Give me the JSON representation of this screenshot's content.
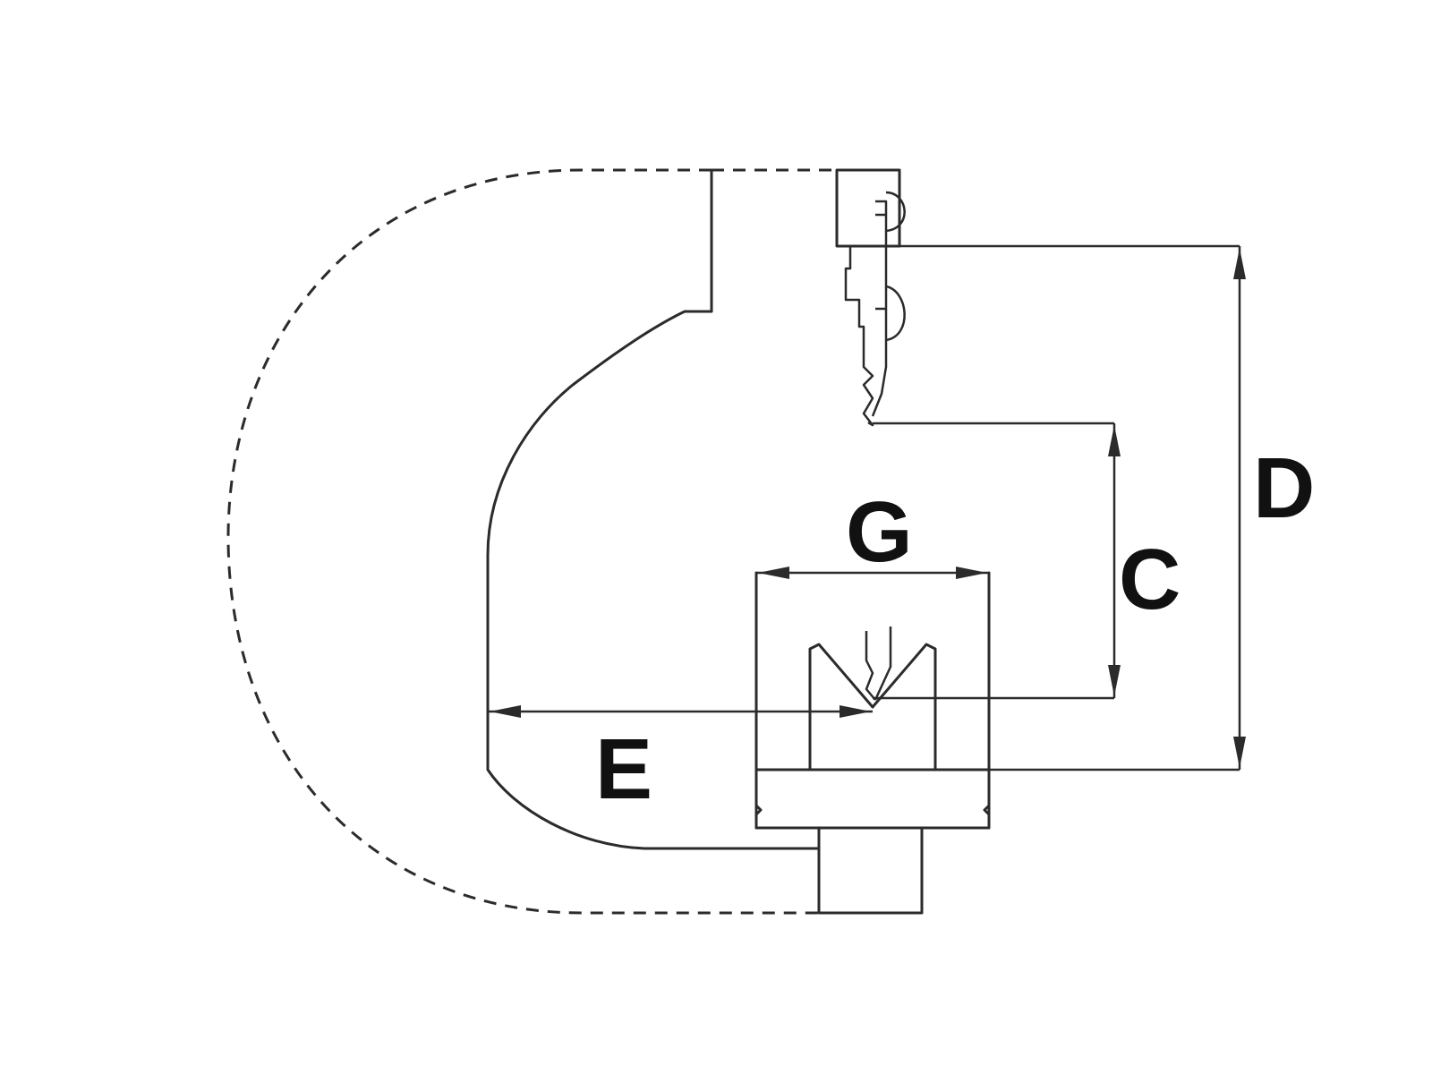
{
  "diagram": {
    "labels": {
      "C": "C",
      "D": "D",
      "E": "E",
      "G": "G"
    },
    "colors": {
      "line": "#2b2b2b",
      "text": "#111111",
      "background": "#ffffff"
    }
  }
}
